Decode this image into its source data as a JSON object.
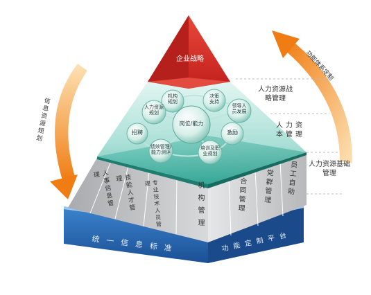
{
  "top_label": "企业战略",
  "center_label": "岗位/能力",
  "competency_nodes": [
    "机构规划",
    "决策支持",
    "领导人员发展",
    "激励",
    "培训及职业规划",
    "绩效管理/能力测评",
    "招聘",
    "人力资源规划"
  ],
  "right_labels": {
    "strategy": "人力资源战略管理",
    "capital": "人力资本管理",
    "basic": "人力资源基础管理"
  },
  "left_arc_label": "信息资源规划",
  "right_arc_label": "功能体系定制",
  "base_modules": [
    "人事信息管理",
    "技能人才管理",
    "专业技术人员管理",
    "机构管理",
    "合同管理",
    "党群管理",
    "员工自助"
  ],
  "platform_left": "统一信息标准",
  "platform_right": "功能定制平台",
  "colors": {
    "red_top": "#d9302a",
    "teal_mid": "#3fb8a8",
    "base_gray": "#c9cacc",
    "platform_blue": "#2266b0",
    "arc_orange": "#f08a1e"
  }
}
